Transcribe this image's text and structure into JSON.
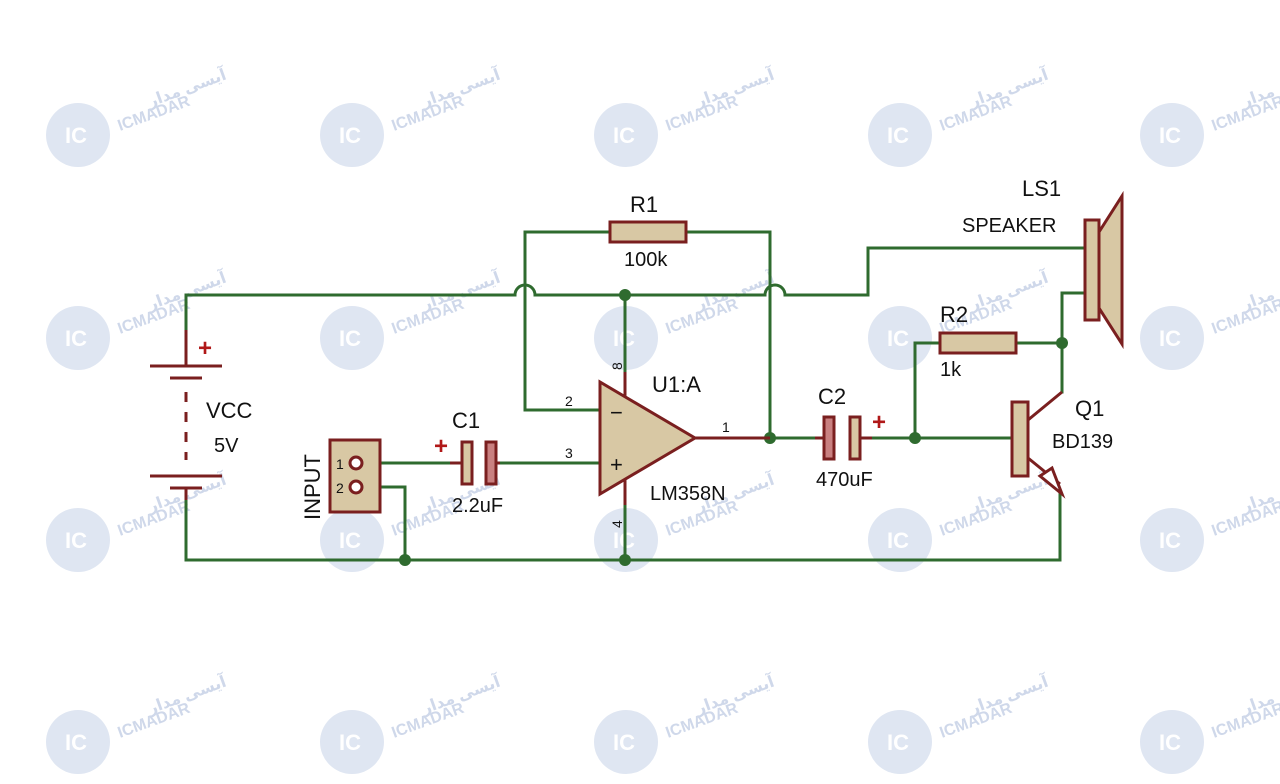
{
  "watermark": {
    "logo_text": "IC",
    "brand": "ICMADAR",
    "brand_persian": "آیسی مدار"
  },
  "components": {
    "battery": {
      "name": "VCC",
      "value": "5V",
      "plus": "+"
    },
    "input": {
      "name": "INPUT",
      "pin1": "1",
      "pin2": "2"
    },
    "c1": {
      "name": "C1",
      "value": "2.2uF",
      "plus": "+"
    },
    "r1": {
      "name": "R1",
      "value": "100k"
    },
    "opamp": {
      "name": "U1:A",
      "part": "LM358N",
      "pin8": "8",
      "pin2": "2",
      "pin3": "3",
      "pin1": "1",
      "pin4": "4",
      "minus": "−",
      "plus": "+"
    },
    "c2": {
      "name": "C2",
      "value": "470uF",
      "plus": "+"
    },
    "r2": {
      "name": "R2",
      "value": "1k"
    },
    "q1": {
      "name": "Q1",
      "part": "BD139"
    },
    "ls1": {
      "name": "LS1",
      "type": "SPEAKER"
    }
  },
  "colors": {
    "wire": "#2f6b2f",
    "component_outline": "#7a1f1f",
    "component_fill": "#d8c8a4",
    "polarity": "#b01818"
  }
}
